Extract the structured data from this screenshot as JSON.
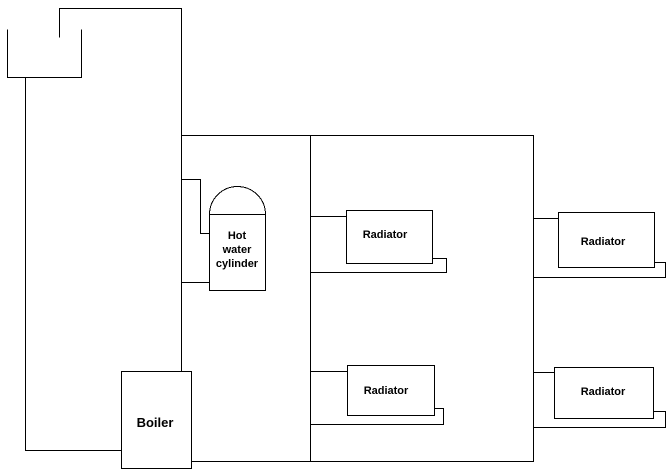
{
  "diagram": {
    "boiler_label": "Boiler",
    "cylinder_label_lines": [
      "Hot",
      "water",
      "cylinder"
    ],
    "radiator_labels": [
      "Radiator",
      "Radiator",
      "Radiator",
      "Radiator"
    ]
  },
  "colors": {
    "line": "#000000",
    "background": "#ffffff"
  }
}
